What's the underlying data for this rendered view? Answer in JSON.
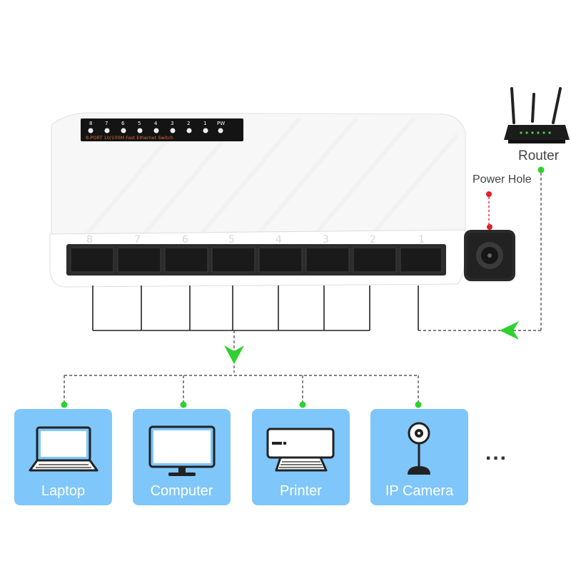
{
  "device": {
    "panel_text": "8-PORT 10/100M Fast Ethernet Switch",
    "led_labels": [
      "8",
      "7",
      "6",
      "5",
      "4",
      "3",
      "2",
      "1",
      "PW"
    ],
    "port_numbers": [
      "8",
      "7",
      "6",
      "5",
      "4",
      "3",
      "2",
      "1"
    ]
  },
  "router": {
    "label": "Router"
  },
  "power": {
    "label": "Power Hole"
  },
  "devices": [
    {
      "label": "Laptop",
      "icon": "laptop-icon"
    },
    {
      "label": "Computer",
      "icon": "monitor-icon"
    },
    {
      "label": "Printer",
      "icon": "printer-icon"
    },
    {
      "label": "IP Camera",
      "icon": "camera-icon"
    }
  ],
  "more": "...",
  "colors": {
    "card": "#7fc6fb",
    "arrow": "#2ed12e",
    "dot_green": "#2ed12e",
    "dot_red": "#e0202a",
    "line": "#222222"
  }
}
